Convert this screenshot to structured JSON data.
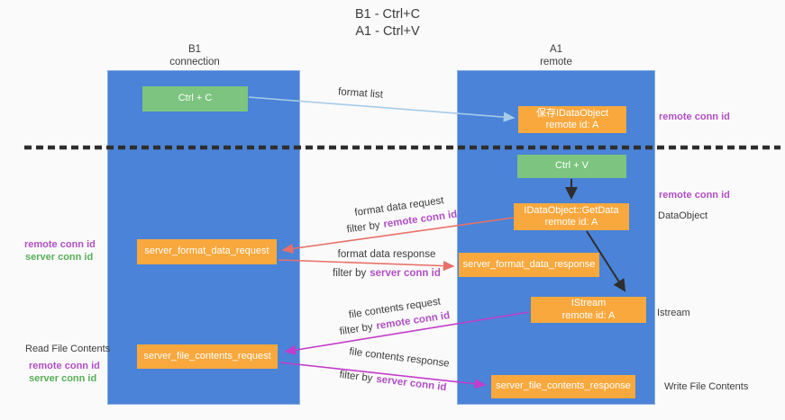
{
  "title": {
    "line1": "B1 - Ctrl+C",
    "line2": "A1 - Ctrl+V"
  },
  "columns": {
    "left": {
      "name": "B1",
      "role": "connection"
    },
    "right": {
      "name": "A1",
      "role": "remote"
    }
  },
  "boxes": {
    "ctrl_c": {
      "label": "Ctrl + C"
    },
    "ctrl_v": {
      "label": "Ctrl + V"
    },
    "save_idataobject": {
      "line1": "保存IDataObject",
      "line2": "remote id: A"
    },
    "getdata": {
      "line1": "IDataObject::GetData",
      "line2": "remote id: A"
    },
    "istream": {
      "line1": "IStream",
      "line2": "remote id: A"
    },
    "format_request": {
      "label": "server_format_data_request"
    },
    "format_response": {
      "label": "server_format_data_response"
    },
    "file_request": {
      "label": "server_file_contents_request"
    },
    "file_response": {
      "label": "server_file_contents_response"
    }
  },
  "flow_labels": {
    "format_list": "format list",
    "format_data_request": "format data request",
    "format_data_response": "format data response",
    "file_contents_request": "file contents request",
    "file_contents_response": "file contents response",
    "filter_by": "filter by",
    "remote_conn_id": "remote conn id",
    "server_conn_id": "server conn id"
  },
  "side_labels": {
    "left_remote_conn_id": "remote conn id",
    "left_server_conn_id": "server conn id",
    "read_file_contents": "Read File Contents",
    "right_remote_conn_id_top": "remote conn id",
    "right_remote_conn_id_mid": "remote conn id",
    "dataobject": "DataObject",
    "istream": "Istream",
    "write_file_contents": "Write File Contents"
  },
  "colors": {
    "background": "#fafafa",
    "column_blue": "#4a83d7",
    "box_green": "#7cc47f",
    "box_orange": "#f8a83d",
    "text_dark": "#3c3c3c",
    "label_purple": "#b14fc4",
    "label_green": "#58ae58",
    "arrow_red": "#e87068",
    "arrow_magenta": "#c43cc9",
    "arrow_lightblue": "#a6cbe9",
    "arrow_black": "#2e2e2e"
  }
}
